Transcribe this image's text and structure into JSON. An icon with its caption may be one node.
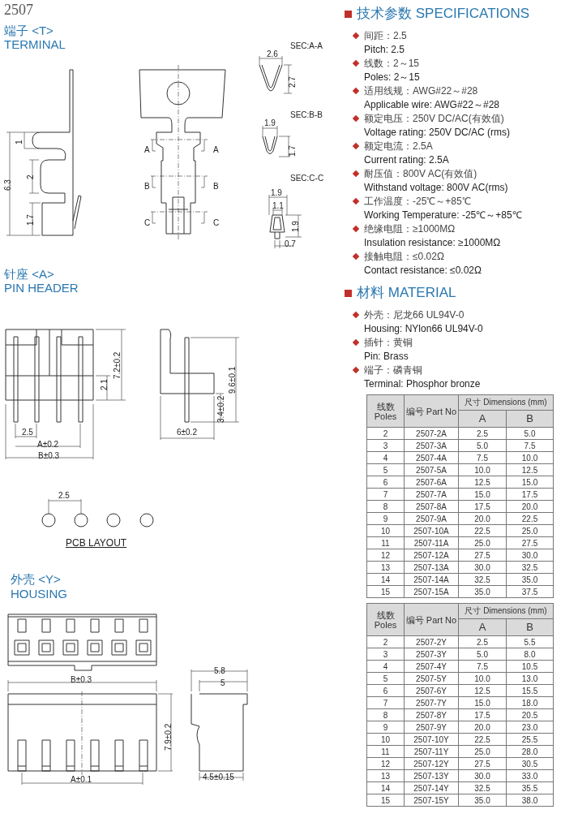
{
  "diagram": {
    "title": "2507",
    "labels": [
      "端子 <T>",
      "TERMINAL",
      "1",
      "6.3",
      "2",
      "1.7",
      "A",
      "A",
      "B",
      "B",
      "C",
      "C",
      "SEC:A-A",
      "2.6",
      "2.7",
      "SEC:B-B",
      "1.9",
      "1.7",
      "SEC:C-C",
      "1.9",
      "1.1",
      "1.9",
      "0.7",
      "针座 <A>",
      "PIN HEADER",
      "7.2±0.2",
      "2.1",
      "2.5",
      "A±0.2",
      "B±0.3",
      "9.6±0.1",
      "3.4±0.2",
      "6±0.2",
      "2.5",
      "PCB LAYOUT",
      "外壳 <Y>",
      "HOUSING",
      "B±0.3",
      "7.9±0.2",
      "A±0.1",
      "5.8",
      "5",
      "4.5±0.15",
      "技术参数 SPECIFICATIONS",
      "间距：2.5",
      "Pitch: 2.5",
      "线数：2～15",
      "Poles: 2～15",
      "适用线规：AWG#22～#28",
      "Applicable wire: AWG#22～#28",
      "额定电压：250V DC/AC(有效值)",
      "Voltage rating: 250V DC/AC (rms)",
      "额定电流：2.5A",
      "Current rating: 2.5A",
      "耐压值：800V AC(有效值)",
      "Withstand voltage: 800V AC(rms)",
      "工作温度：-25℃～+85℃",
      "Working Temperature: -25℃～+85℃",
      "绝缘电阻：≥1000MΩ",
      "Insulation resistance: ≥1000MΩ",
      "接触电阻：≤0.02Ω",
      "Contact resistance: ≤0.02Ω",
      "材料 MATERIAL",
      "外壳：尼龙66 UL94V-0",
      "Housing: NYlon66 UL94V-0",
      "插针：黄铜",
      "Pin: Brass",
      "端子：磷青铜",
      "Terminal: Phosphor bronze",
      "线数 Poles",
      "编号 Part No",
      "尺寸 Dimensions (mm)",
      "A",
      "B",
      "2",
      "2507-2A",
      "2.5",
      "5.0",
      "3",
      "2507-3A",
      "5.0",
      "7.5",
      "4",
      "2507-4A",
      "7.5",
      "10.0",
      "5",
      "2507-5A",
      "10.0",
      "12.5",
      "6",
      "2507-6A",
      "12.5",
      "15.0",
      "7",
      "2507-7A",
      "15.0",
      "17.5",
      "8",
      "2507-8A",
      "17.5",
      "20.0",
      "9",
      "2507-9A",
      "20.0",
      "22.5",
      "10",
      "2507-10A",
      "22.5",
      "25.0",
      "11",
      "2507-11A",
      "25.0",
      "27.5",
      "12",
      "2507-12A",
      "27.5",
      "30.0",
      "13",
      "2507-13A",
      "30.0",
      "32.5",
      "14",
      "2507-14A",
      "32.5",
      "35.0",
      "15",
      "2507-15A",
      "35.0",
      "37.5",
      "线数 Poles",
      "编号 Part No",
      "尺寸 Dimensions (mm)",
      "A",
      "B",
      "2",
      "2507-2Y",
      "2.5",
      "5.5",
      "3",
      "2507-3Y",
      "5.0",
      "8.0",
      "4",
      "2507-4Y",
      "7.5",
      "10.5",
      "5",
      "2507-5Y",
      "10.0",
      "13.0",
      "6",
      "2507-6Y",
      "12.5",
      "15.5",
      "7",
      "2507-7Y",
      "15.0",
      "18.0",
      "8",
      "2507-8Y",
      "17.5",
      "20.5",
      "9",
      "2507-9Y",
      "20.0",
      "23.0",
      "10",
      "2507-10Y",
      "22.5",
      "25.5",
      "11",
      "2507-11Y",
      "25.0",
      "28.0",
      "12",
      "2507-12Y",
      "27.5",
      "30.5",
      "13",
      "2507-13Y",
      "30.0",
      "33.0",
      "14",
      "2507-14Y",
      "32.5",
      "35.5",
      "15",
      "2507-15Y",
      "35.0",
      "38.0"
    ]
  }
}
